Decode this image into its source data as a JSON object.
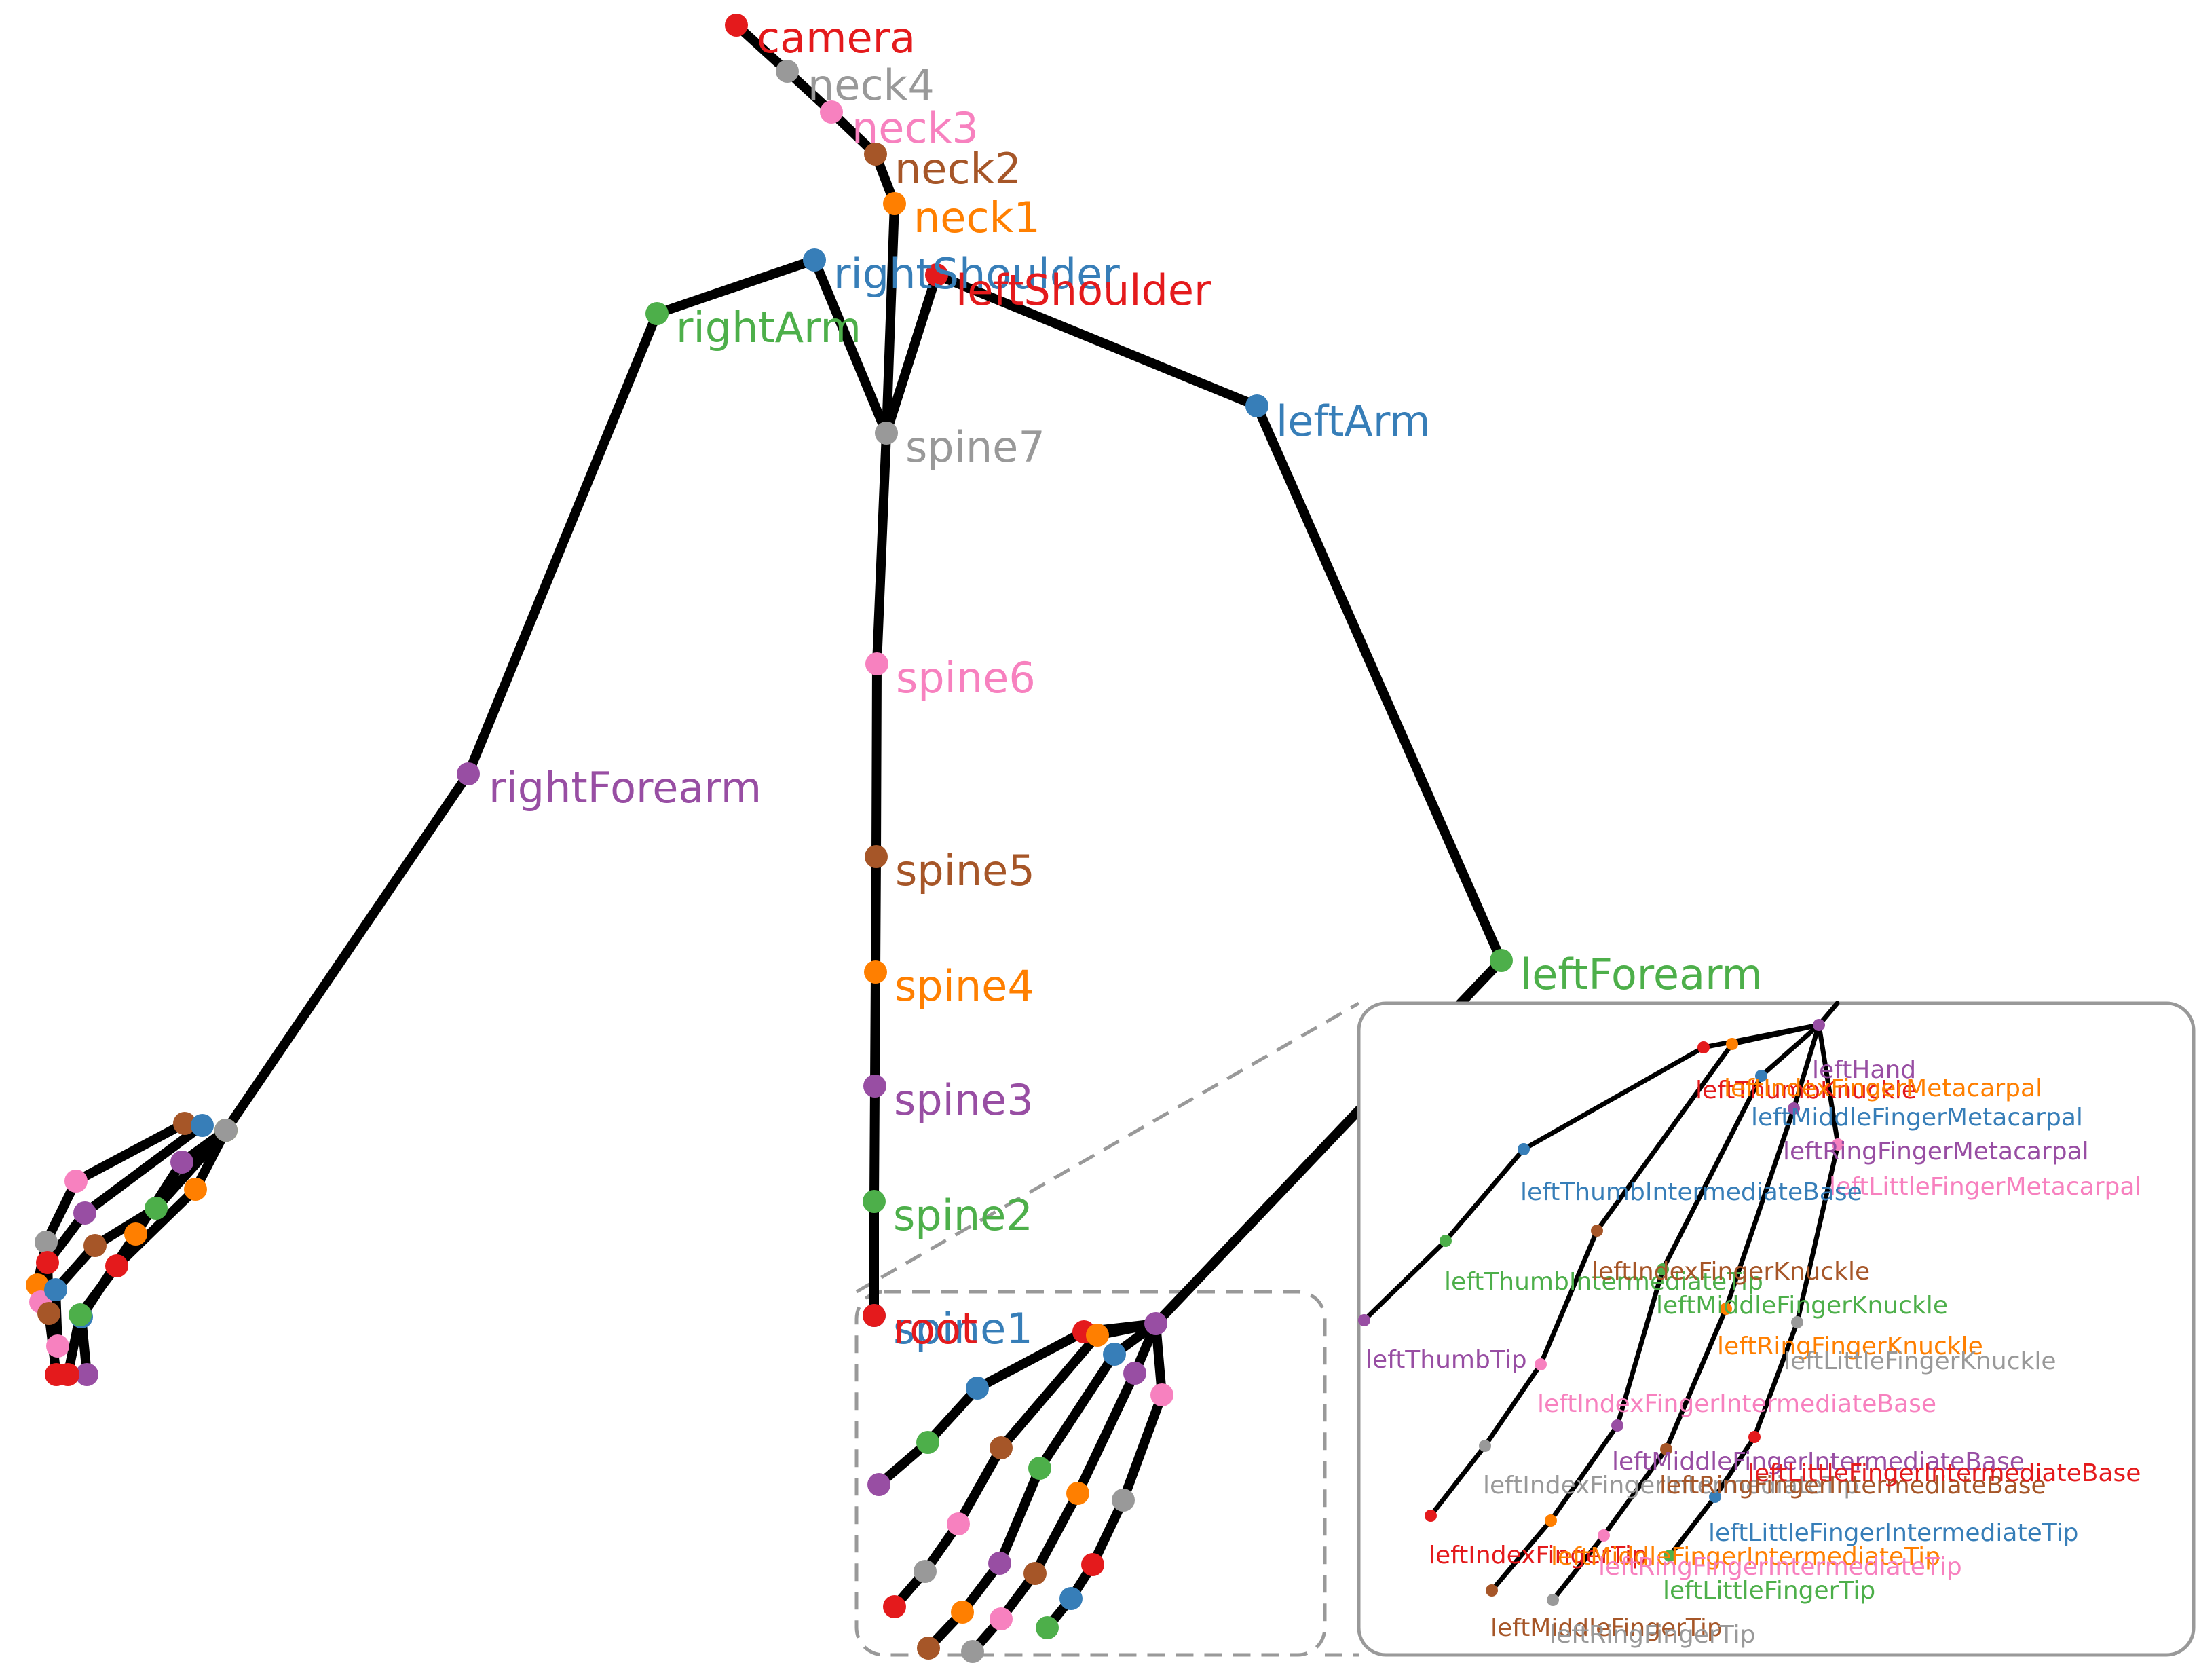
{
  "palette": [
    "#e41a1c",
    "#999999",
    "#f781bf",
    "#a65628",
    "#ff7f00",
    "#377eb8",
    "#4daf4a",
    "#984ea3"
  ],
  "edge_color": "#000000",
  "inset_frame_color": "#999999",
  "body_joints": [
    {
      "id": "camera",
      "label": "camera",
      "color": "#e41a1c"
    },
    {
      "id": "neck4",
      "label": "neck4",
      "color": "#999999"
    },
    {
      "id": "neck3",
      "label": "neck3",
      "color": "#f781bf"
    },
    {
      "id": "neck2",
      "label": "neck2",
      "color": "#a65628"
    },
    {
      "id": "neck1",
      "label": "neck1",
      "color": "#ff7f00"
    },
    {
      "id": "rightShoulder",
      "label": "rightShoulder",
      "color": "#377eb8"
    },
    {
      "id": "leftShoulder",
      "label": "leftShoulder",
      "color": "#e41a1c"
    },
    {
      "id": "rightArm",
      "label": "rightArm",
      "color": "#4daf4a"
    },
    {
      "id": "leftArm",
      "label": "leftArm",
      "color": "#377eb8"
    },
    {
      "id": "spine7",
      "label": "spine7",
      "color": "#999999"
    },
    {
      "id": "spine6",
      "label": "spine6",
      "color": "#f781bf"
    },
    {
      "id": "rightForearm",
      "label": "rightForearm",
      "color": "#984ea3"
    },
    {
      "id": "spine5",
      "label": "spine5",
      "color": "#a65628"
    },
    {
      "id": "spine4",
      "label": "spine4",
      "color": "#ff7f00"
    },
    {
      "id": "spine3",
      "label": "spine3",
      "color": "#984ea3"
    },
    {
      "id": "spine2",
      "label": "spine2",
      "color": "#4daf4a"
    },
    {
      "id": "spine1",
      "label": "spine1",
      "color": "#377eb8"
    },
    {
      "id": "root",
      "label": "root",
      "color": "#e41a1c"
    },
    {
      "id": "leftForearm",
      "label": "leftForearm",
      "color": "#4daf4a"
    }
  ],
  "body_bones": [
    [
      "camera",
      "neck4"
    ],
    [
      "neck4",
      "neck3"
    ],
    [
      "neck3",
      "neck2"
    ],
    [
      "neck2",
      "neck1"
    ],
    [
      "neck1",
      "spine7"
    ],
    [
      "spine7",
      "rightShoulder"
    ],
    [
      "rightShoulder",
      "rightArm"
    ],
    [
      "rightArm",
      "rightForearm"
    ],
    [
      "spine7",
      "leftShoulder"
    ],
    [
      "leftShoulder",
      "leftArm"
    ],
    [
      "leftArm",
      "leftForearm"
    ],
    [
      "spine7",
      "spine6"
    ],
    [
      "spine6",
      "spine5"
    ],
    [
      "spine5",
      "spine4"
    ],
    [
      "spine4",
      "spine3"
    ],
    [
      "spine3",
      "spine2"
    ],
    [
      "spine2",
      "spine1"
    ]
  ],
  "hand_joints": [
    {
      "id": "leftHand",
      "label": "leftHand",
      "color": "#984ea3"
    },
    {
      "id": "leftThumbKnuckle",
      "label": "leftThumbKnuckle",
      "color": "#e41a1c"
    },
    {
      "id": "leftIndexFingerMetacarpal",
      "label": "leftIndexFingerMetacarpal",
      "color": "#ff7f00"
    },
    {
      "id": "leftMiddleFingerMetacarpal",
      "label": "leftMiddleFingerMetacarpal",
      "color": "#377eb8"
    },
    {
      "id": "leftRingFingerMetacarpal",
      "label": "leftRingFingerMetacarpal",
      "color": "#984ea3"
    },
    {
      "id": "leftLittleFingerMetacarpal",
      "label": "leftLittleFingerMetacarpal",
      "color": "#f781bf"
    },
    {
      "id": "leftThumbIntermediateBase",
      "label": "leftThumbIntermediateBase",
      "color": "#377eb8"
    },
    {
      "id": "leftThumbIntermediateTip",
      "label": "leftThumbIntermediateTip",
      "color": "#4daf4a"
    },
    {
      "id": "leftThumbTip",
      "label": "leftThumbTip",
      "color": "#984ea3"
    },
    {
      "id": "leftIndexFingerKnuckle",
      "label": "leftIndexFingerKnuckle",
      "color": "#a65628"
    },
    {
      "id": "leftIndexFingerIntermediateBase",
      "label": "leftIndexFingerIntermediateBase",
      "color": "#f781bf"
    },
    {
      "id": "leftIndexFingerIntermediateTip",
      "label": "leftIndexFingerIntermediateTip",
      "color": "#999999"
    },
    {
      "id": "leftIndexFingerTip",
      "label": "leftIndexFingerTip",
      "color": "#e41a1c"
    },
    {
      "id": "leftMiddleFingerKnuckle",
      "label": "leftMiddleFingerKnuckle",
      "color": "#4daf4a"
    },
    {
      "id": "leftMiddleFingerIntermediateBase",
      "label": "leftMiddleFingerIntermediateBase",
      "color": "#984ea3"
    },
    {
      "id": "leftMiddleFingerIntermediateTip",
      "label": "leftMiddleFingerIntermediateTip",
      "color": "#ff7f00"
    },
    {
      "id": "leftMiddleFingerTip",
      "label": "leftMiddleFingerTip",
      "color": "#a65628"
    },
    {
      "id": "leftRingFingerKnuckle",
      "label": "leftRingFingerKnuckle",
      "color": "#ff7f00"
    },
    {
      "id": "leftRingFingerIntermediateBase",
      "label": "leftRingFingerIntermediateBase",
      "color": "#a65628"
    },
    {
      "id": "leftRingFingerIntermediateTip",
      "label": "leftRingFingerIntermediateTip",
      "color": "#f781bf"
    },
    {
      "id": "leftRingFingerTip",
      "label": "leftRingFingerTip",
      "color": "#999999"
    },
    {
      "id": "leftLittleFingerKnuckle",
      "label": "leftLittleFingerKnuckle",
      "color": "#999999"
    },
    {
      "id": "leftLittleFingerIntermediateBase",
      "label": "leftLittleFingerIntermediateBase",
      "color": "#e41a1c"
    },
    {
      "id": "leftLittleFingerIntermediateTip",
      "label": "leftLittleFingerIntermediateTip",
      "color": "#377eb8"
    },
    {
      "id": "leftLittleFingerTip",
      "label": "leftLittleFingerTip",
      "color": "#4daf4a"
    }
  ],
  "hand_bones": [
    [
      "leftHand",
      "leftThumbKnuckle"
    ],
    [
      "leftThumbKnuckle",
      "leftThumbIntermediateBase"
    ],
    [
      "leftThumbIntermediateBase",
      "leftThumbIntermediateTip"
    ],
    [
      "leftThumbIntermediateTip",
      "leftThumbTip"
    ],
    [
      "leftHand",
      "leftIndexFingerMetacarpal"
    ],
    [
      "leftIndexFingerMetacarpal",
      "leftIndexFingerKnuckle"
    ],
    [
      "leftIndexFingerKnuckle",
      "leftIndexFingerIntermediateBase"
    ],
    [
      "leftIndexFingerIntermediateBase",
      "leftIndexFingerIntermediateTip"
    ],
    [
      "leftIndexFingerIntermediateTip",
      "leftIndexFingerTip"
    ],
    [
      "leftHand",
      "leftMiddleFingerMetacarpal"
    ],
    [
      "leftMiddleFingerMetacarpal",
      "leftMiddleFingerKnuckle"
    ],
    [
      "leftMiddleFingerKnuckle",
      "leftMiddleFingerIntermediateBase"
    ],
    [
      "leftMiddleFingerIntermediateBase",
      "leftMiddleFingerIntermediateTip"
    ],
    [
      "leftMiddleFingerIntermediateTip",
      "leftMiddleFingerTip"
    ],
    [
      "leftHand",
      "leftRingFingerMetacarpal"
    ],
    [
      "leftRingFingerMetacarpal",
      "leftRingFingerKnuckle"
    ],
    [
      "leftRingFingerKnuckle",
      "leftRingFingerIntermediateBase"
    ],
    [
      "leftRingFingerIntermediateBase",
      "leftRingFingerIntermediateTip"
    ],
    [
      "leftRingFingerIntermediateTip",
      "leftRingFingerTip"
    ],
    [
      "leftHand",
      "leftLittleFingerMetacarpal"
    ],
    [
      "leftLittleFingerMetacarpal",
      "leftLittleFingerKnuckle"
    ],
    [
      "leftLittleFingerKnuckle",
      "leftLittleFingerIntermediateBase"
    ],
    [
      "leftLittleFingerIntermediateBase",
      "leftLittleFingerIntermediateTip"
    ],
    [
      "leftLittleFingerIntermediateTip",
      "leftLittleFingerTip"
    ]
  ]
}
